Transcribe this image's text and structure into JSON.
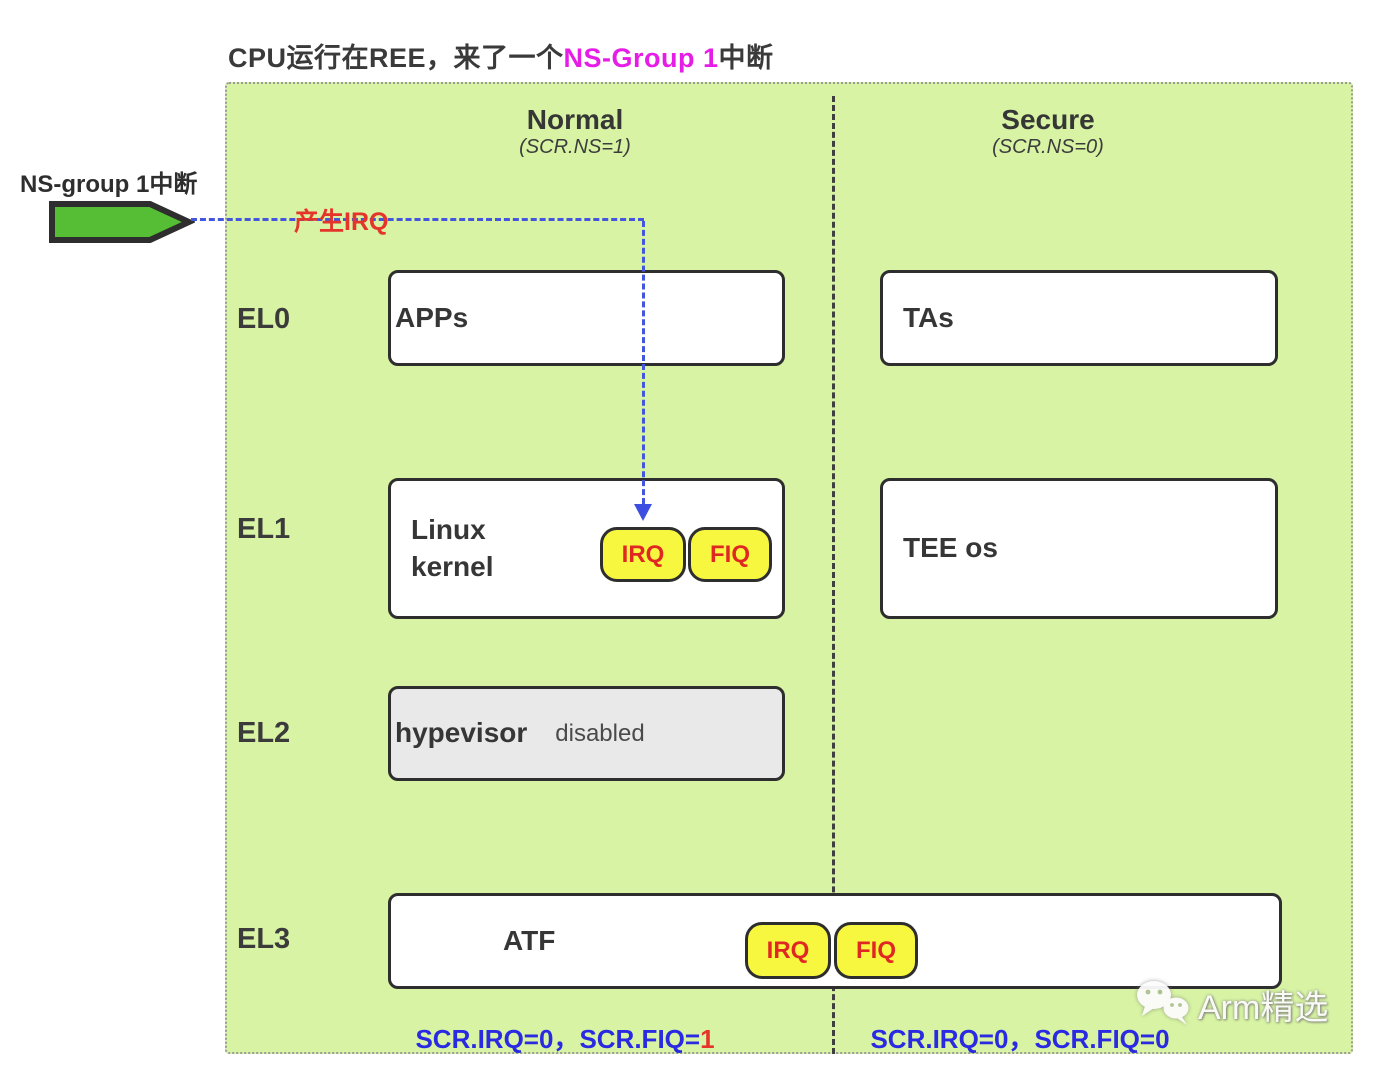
{
  "title": {
    "prefix": "CPU运行在REE，来了一个",
    "highlight": "NS-Group 1",
    "suffix": "中断"
  },
  "interrupt": {
    "label": "NS-group 1中断",
    "annotation": "产生IRQ"
  },
  "worlds": {
    "normal": {
      "name": "Normal",
      "subtitle": "(SCR.NS=1)",
      "footer_prefix": "SCR.IRQ=0，SCR.FIQ=",
      "footer_value": "1"
    },
    "secure": {
      "name": "Secure",
      "subtitle": "(SCR.NS=0)",
      "footer_prefix": "SCR.IRQ=0，SCR.FIQ=",
      "footer_value": "0"
    }
  },
  "levels": {
    "el0": {
      "label": "EL0",
      "normal": "APPs",
      "secure": "TAs"
    },
    "el1": {
      "label": "EL1",
      "normal": "Linux kernel",
      "secure": "TEE os",
      "badges": [
        "IRQ",
        "FIQ"
      ]
    },
    "el2": {
      "label": "EL2",
      "normal": "hypevisor",
      "status": "disabled"
    },
    "el3": {
      "label": "EL3",
      "shared": "ATF",
      "badges": [
        "IRQ",
        "FIQ"
      ]
    }
  },
  "watermark": {
    "text": "Arm精选"
  },
  "colors": {
    "panel_bg": "#d7f3a3",
    "arrow_green": "#55be35",
    "badge_yellow": "#f8f73f",
    "badge_text_red": "#e02823",
    "highlight_magenta": "#e61de6",
    "annotation_red": "#e5342a",
    "flow_blue": "#4356dd",
    "footer_blue": "#2a2ae2",
    "disabled_gray": "#e9e9e9"
  }
}
